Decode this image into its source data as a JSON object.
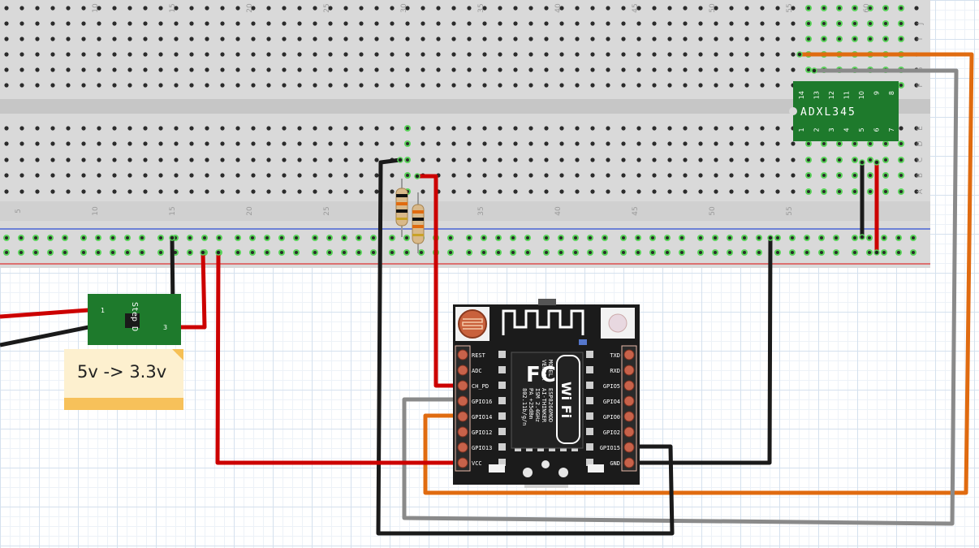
{
  "breadboard": {
    "top_column_numbers": [
      "10",
      "15",
      "20",
      "25",
      "30",
      "35",
      "40",
      "45",
      "50",
      "55",
      "60"
    ],
    "bottom_column_numbers": [
      "5",
      "10",
      "15",
      "20",
      "25",
      "30",
      "35",
      "40",
      "45",
      "50",
      "55"
    ],
    "row_letters_top": [
      "J",
      "I",
      "H",
      "G",
      "F"
    ],
    "row_letters_bottom": [
      "E",
      "D",
      "C",
      "B",
      "A"
    ]
  },
  "regulator": {
    "label": "Step D",
    "pin_labels": [
      "1",
      "3"
    ]
  },
  "note": {
    "text": "5v -> 3.3v"
  },
  "esp": {
    "left_pins": [
      "REST",
      "ADC",
      "CH_PD",
      "GPIO16",
      "GPIO14",
      "GPIO12",
      "GPIO13",
      "VCC"
    ],
    "right_pins": [
      "TXD",
      "RXD",
      "GPIO5",
      "GPIO4",
      "GPIO0",
      "GPIO2",
      "GPIO15",
      "GND"
    ],
    "model_text": [
      "MODEL",
      "VENDOR"
    ],
    "model_values": [
      "ESP8266MOD",
      "AI-THINKER"
    ],
    "specs": [
      "ISM 2.4GHz",
      "PA +25dBm",
      "802.11b/g/n"
    ],
    "fcc": "FC",
    "wifi": "Wi Fi"
  },
  "adxl": {
    "label": "ADXL345",
    "top_pins": [
      "14",
      "13",
      "12",
      "11",
      "10",
      "9",
      "8"
    ],
    "bottom_pins": [
      "1",
      "2",
      "3",
      "4",
      "5",
      "6",
      "7"
    ]
  },
  "colors": {
    "red_wire": "#cc0000",
    "black_wire": "#1a1a1a",
    "grey_wire": "#8a8a8a",
    "orange_wire": "#e06b10",
    "board_green": "#1e7a2c",
    "esp_body": "#1b1b1b"
  }
}
